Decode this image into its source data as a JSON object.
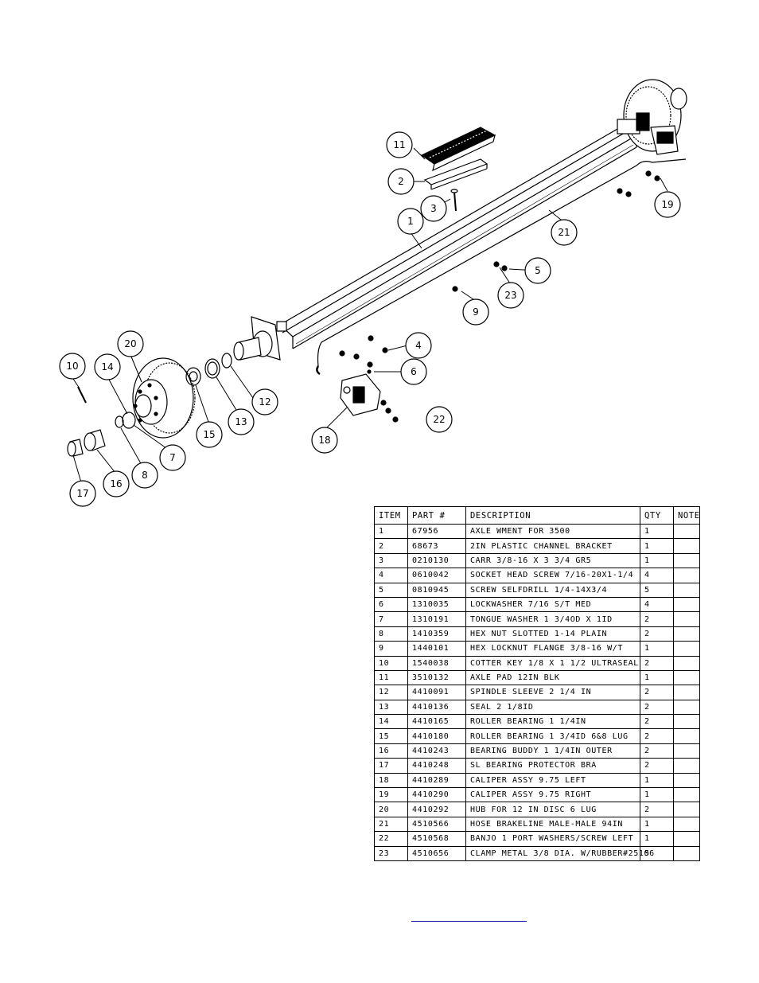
{
  "callouts": [
    "1",
    "2",
    "3",
    "4",
    "5",
    "6",
    "7",
    "8",
    "9",
    "10",
    "11",
    "12",
    "13",
    "14",
    "15",
    "16",
    "17",
    "18",
    "19",
    "20",
    "21",
    "22",
    "23"
  ],
  "table": {
    "headers": [
      "ITEM",
      "PART #",
      "DESCRIPTION",
      "QTY",
      "NOTE"
    ],
    "rows": [
      [
        "1",
        "67956",
        "AXLE WMENT FOR 3500",
        "1",
        ""
      ],
      [
        "2",
        "68673",
        "2IN PLASTIC CHANNEL BRACKET",
        "1",
        ""
      ],
      [
        "3",
        "0210130",
        "CARR 3/8-16 X 3 3/4 GR5",
        "1",
        ""
      ],
      [
        "4",
        "0610042",
        "SOCKET HEAD SCREW 7/16-20X1-1/4",
        "4",
        ""
      ],
      [
        "5",
        "0810945",
        "SCREW SELFDRILL  1/4-14X3/4",
        "5",
        ""
      ],
      [
        "6",
        "1310035",
        "LOCKWASHER 7/16 S/T MED",
        "4",
        ""
      ],
      [
        "7",
        "1310191",
        "TONGUE WASHER 1 3/4OD X 1ID",
        "2",
        ""
      ],
      [
        "8",
        "1410359",
        "HEX NUT SLOTTED 1-14 PLAIN",
        "2",
        ""
      ],
      [
        "9",
        "1440101",
        "HEX LOCKNUT FLANGE 3/8-16 W/T",
        "1",
        ""
      ],
      [
        "10",
        "1540038",
        "COTTER KEY 1/8 X 1 1/2 ULTRASEAL",
        "2",
        ""
      ],
      [
        "11",
        "3510132",
        "AXLE PAD 12IN  BLK",
        "1",
        ""
      ],
      [
        "12",
        "4410091",
        "SPINDLE SLEEVE 2 1/4 IN",
        "2",
        ""
      ],
      [
        "13",
        "4410136",
        "SEAL  2 1/8ID",
        "2",
        ""
      ],
      [
        "14",
        "4410165",
        "ROLLER BEARING  1 1/4IN",
        "2",
        ""
      ],
      [
        "15",
        "4410180",
        "ROLLER BEARING  1 3/4ID 6&8 LUG",
        "2",
        ""
      ],
      [
        "16",
        "4410243",
        "BEARING BUDDY  1 1/4IN OUTER",
        "2",
        ""
      ],
      [
        "17",
        "4410248",
        "SL BEARING PROTECTOR BRA",
        "2",
        ""
      ],
      [
        "18",
        "4410289",
        "CALIPER ASSY 9.75 LEFT",
        "1",
        ""
      ],
      [
        "19",
        "4410290",
        "CALIPER ASSY 9.75 RIGHT",
        "1",
        ""
      ],
      [
        "20",
        "4410292",
        "HUB FOR 12 IN DISC 6 LUG",
        "2",
        ""
      ],
      [
        "21",
        "4510566",
        "HOSE BRAKELINE MALE-MALE 94IN",
        "1",
        ""
      ],
      [
        "22",
        "4510568",
        "BANJO 1 PORT WASHERS/SCREW LEFT",
        "1",
        ""
      ],
      [
        "23",
        "4510656",
        "CLAMP METAL 3/8 DIA. W/RUBBER#25106",
        "5",
        ""
      ]
    ]
  }
}
